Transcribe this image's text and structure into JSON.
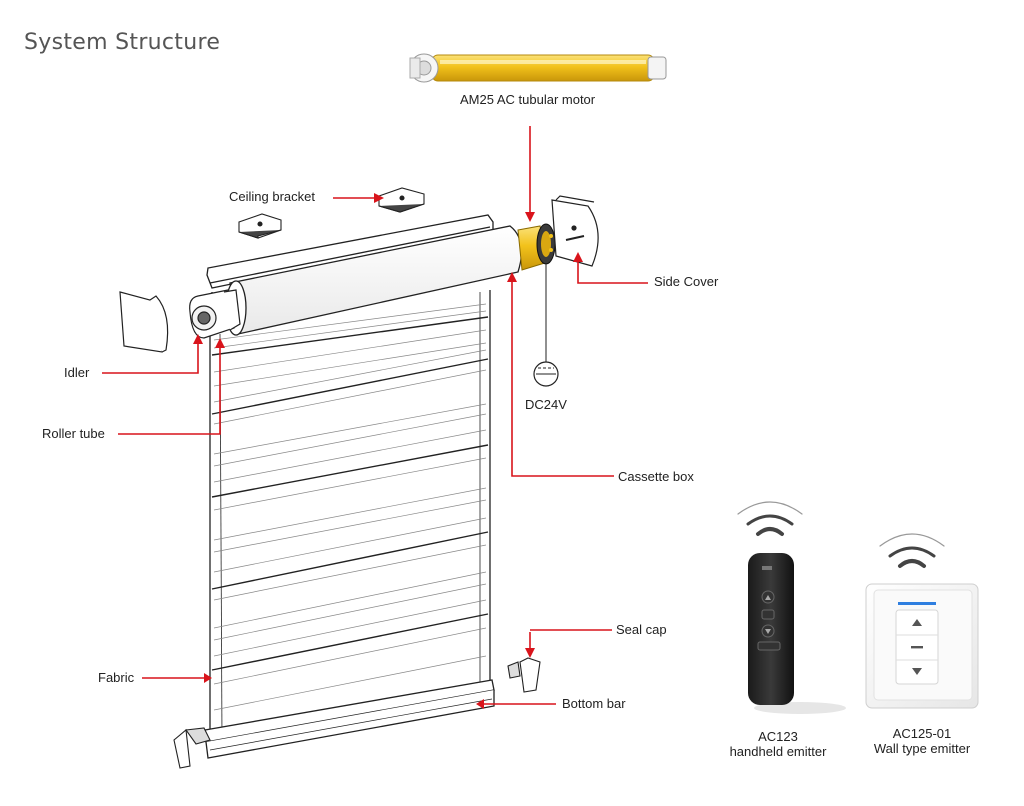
{
  "title": "System Structure",
  "labels": {
    "motor": "AM25 AC tubular motor",
    "ceiling_bracket": "Ceiling bracket",
    "side_cover": "Side Cover",
    "idler": "Idler",
    "roller_tube": "Roller tube",
    "dc": "DC24V",
    "cassette_box": "Cassette box",
    "seal_cap": "Seal cap",
    "fabric": "Fabric",
    "bottom_bar": "Bottom bar"
  },
  "remotes": {
    "handheld": {
      "model": "AC123",
      "desc": "handheld emitter"
    },
    "wall": {
      "model": "AC125-01",
      "desc": "Wall type emitter"
    }
  },
  "colors": {
    "leader": "#d9141b",
    "motor": "#f2c21b",
    "outline": "#222222",
    "label": "#222222"
  }
}
